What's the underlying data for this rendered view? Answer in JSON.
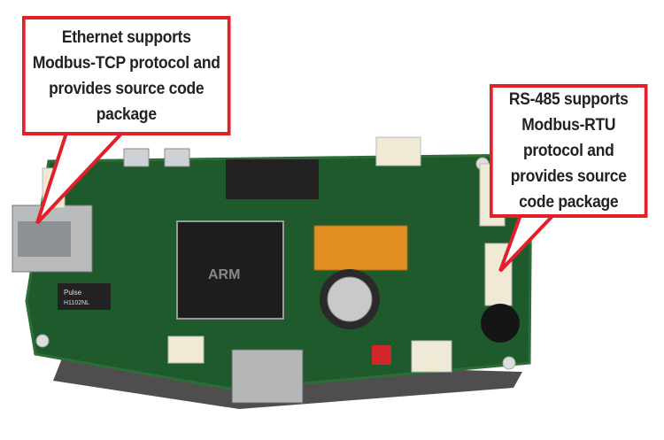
{
  "callouts": {
    "ethernet": {
      "lines": [
        "Ethernet supports",
        "Modbus-TCP protocol and",
        "provides source code",
        "package"
      ]
    },
    "rs485": {
      "lines": [
        "RS-485 supports",
        "Modbus-RTU",
        "protocol and",
        "provides source",
        "code package"
      ]
    }
  },
  "board_markings": {
    "cpu": "ARM",
    "magnetics_brand": "Pulse",
    "magnetics_part": "H1102NL"
  },
  "colors": {
    "callout_border": "#e3202a",
    "pcb": "#1f5a2c",
    "connector": "#efe9d6"
  }
}
